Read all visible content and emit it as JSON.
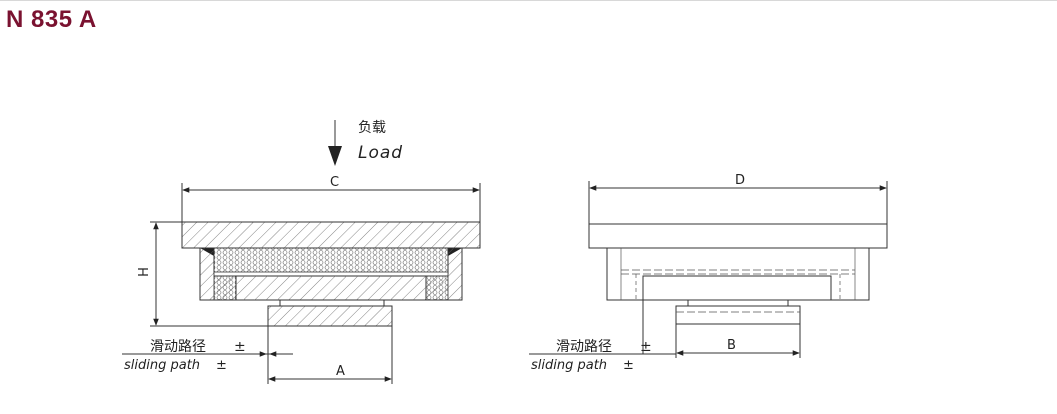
{
  "title": "N 835 A",
  "diagram": {
    "load_cn": "负载",
    "load_en": "Load",
    "dim_c": "C",
    "dim_d": "D",
    "dim_h": "H",
    "dim_a": "A",
    "dim_b": "B",
    "sliding_cn": "滑动路径",
    "sliding_en": "sliding path",
    "plus_minus": "±"
  },
  "colors": {
    "title": "#7a1230",
    "line": "#333333"
  }
}
